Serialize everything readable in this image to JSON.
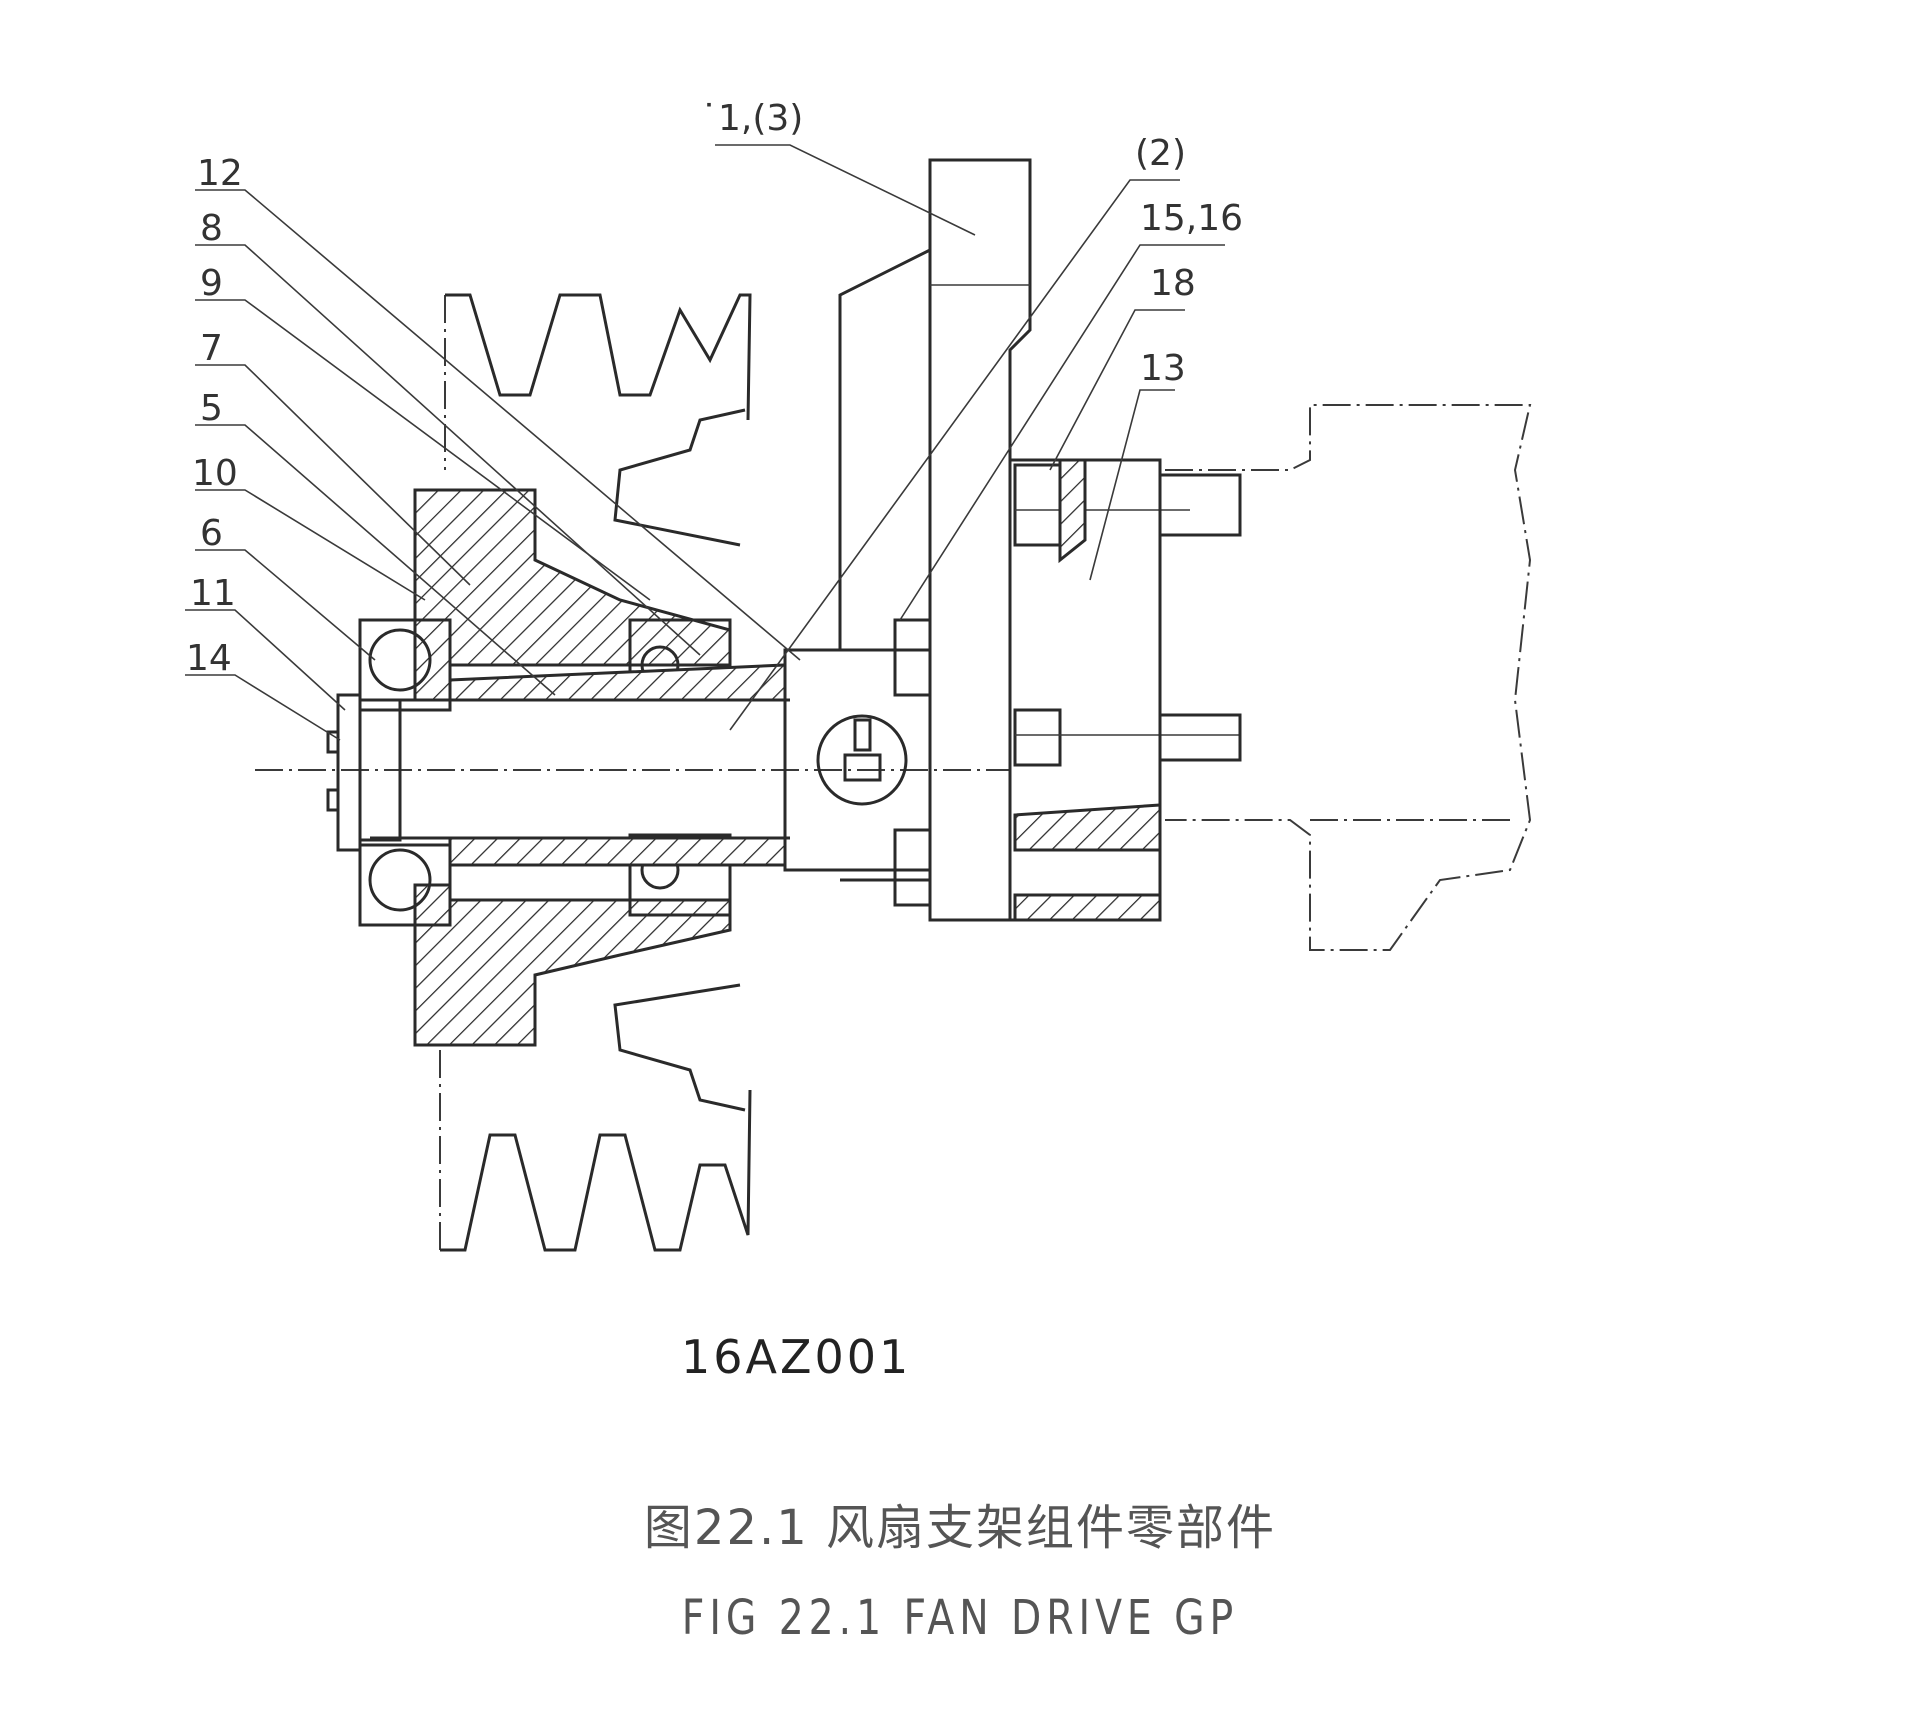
{
  "figure": {
    "callouts": [
      "12",
      "8",
      "9",
      "7",
      "5",
      "10",
      "6",
      "11",
      "14",
      "˙1,(3)",
      "(2)",
      "15,16",
      "18",
      "13"
    ],
    "part_code": "16AZ001",
    "caption_cn": "图22.1 风扇支架组件零部件",
    "caption_en": "FIG 22.1 FAN DRIVE GP"
  }
}
